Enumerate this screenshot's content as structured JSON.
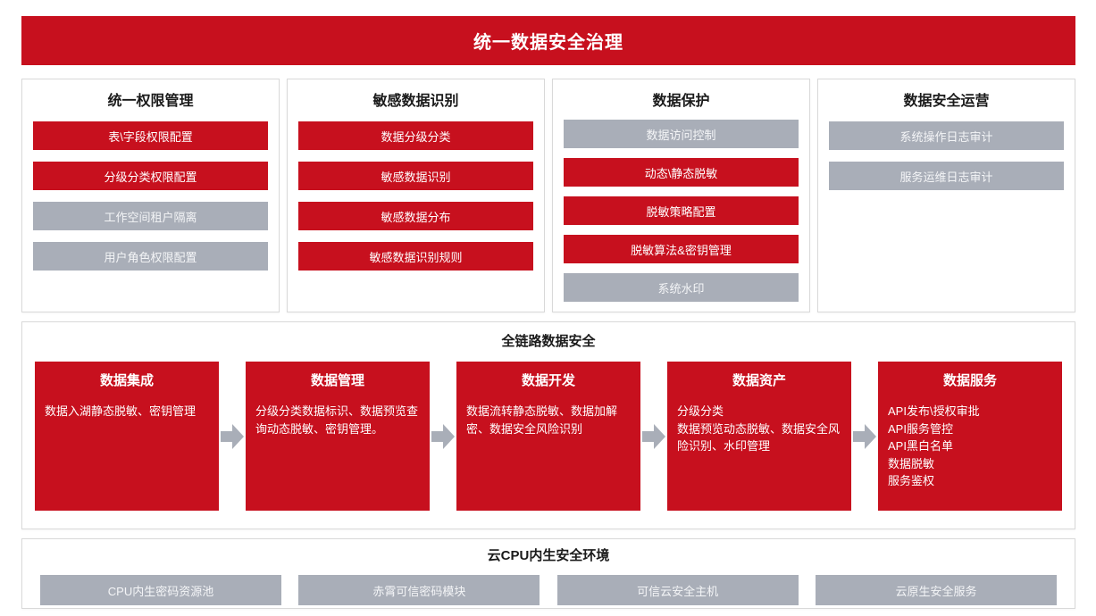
{
  "banner": {
    "title": "统一数据安全治理"
  },
  "columns": [
    {
      "header": "统一权限管理",
      "items": [
        {
          "label": "表\\字段权限配置",
          "variant": "red"
        },
        {
          "label": "分级分类权限配置",
          "variant": "red"
        },
        {
          "label": "工作空间租户隔离",
          "variant": "gray"
        },
        {
          "label": "用户角色权限配置",
          "variant": "gray"
        }
      ]
    },
    {
      "header": "敏感数据识别",
      "items": [
        {
          "label": "数据分级分类",
          "variant": "red"
        },
        {
          "label": "敏感数据识别",
          "variant": "red"
        },
        {
          "label": "敏感数据分布",
          "variant": "red"
        },
        {
          "label": "敏感数据识别规则",
          "variant": "red"
        }
      ]
    },
    {
      "header": "数据保护",
      "items": [
        {
          "label": "数据访问控制",
          "variant": "gray"
        },
        {
          "label": "动态\\静态脱敏",
          "variant": "red"
        },
        {
          "label": "脱敏策略配置",
          "variant": "red"
        },
        {
          "label": "脱敏算法&密钥管理",
          "variant": "red"
        },
        {
          "label": "系统水印",
          "variant": "gray"
        }
      ]
    },
    {
      "header": "数据安全运营",
      "items": [
        {
          "label": "系统操作日志审计",
          "variant": "gray"
        },
        {
          "label": "服务运维日志审计",
          "variant": "gray"
        }
      ]
    }
  ],
  "pipeline": {
    "title": "全链路数据安全",
    "stages": [
      {
        "title": "数据集成",
        "body": "数据入湖静态脱敏、密钥管理"
      },
      {
        "title": "数据管理",
        "body": "分级分类数据标识、数据预览查询动态脱敏、密钥管理。"
      },
      {
        "title": "数据开发",
        "body": "数据流转静态脱敏、数据加解密、数据安全风险识别"
      },
      {
        "title": "数据资产",
        "body": "分级分类\n数据预览动态脱敏、数据安全风险识别、水印管理"
      },
      {
        "title": "数据服务",
        "body": "API发布\\授权审批\nAPI服务管控\nAPI黑白名单\n数据脱敏\n服务鉴权"
      }
    ]
  },
  "foundation": {
    "title": "云CPU内生安全环境",
    "items": [
      "CPU内生密码资源池",
      "赤霄可信密码模块",
      "可信云安全主机",
      "云原生安全服务"
    ]
  },
  "colors": {
    "accent_red": "#c7101e",
    "muted_gray": "#a9aeb8",
    "border": "#d9d9d9"
  }
}
